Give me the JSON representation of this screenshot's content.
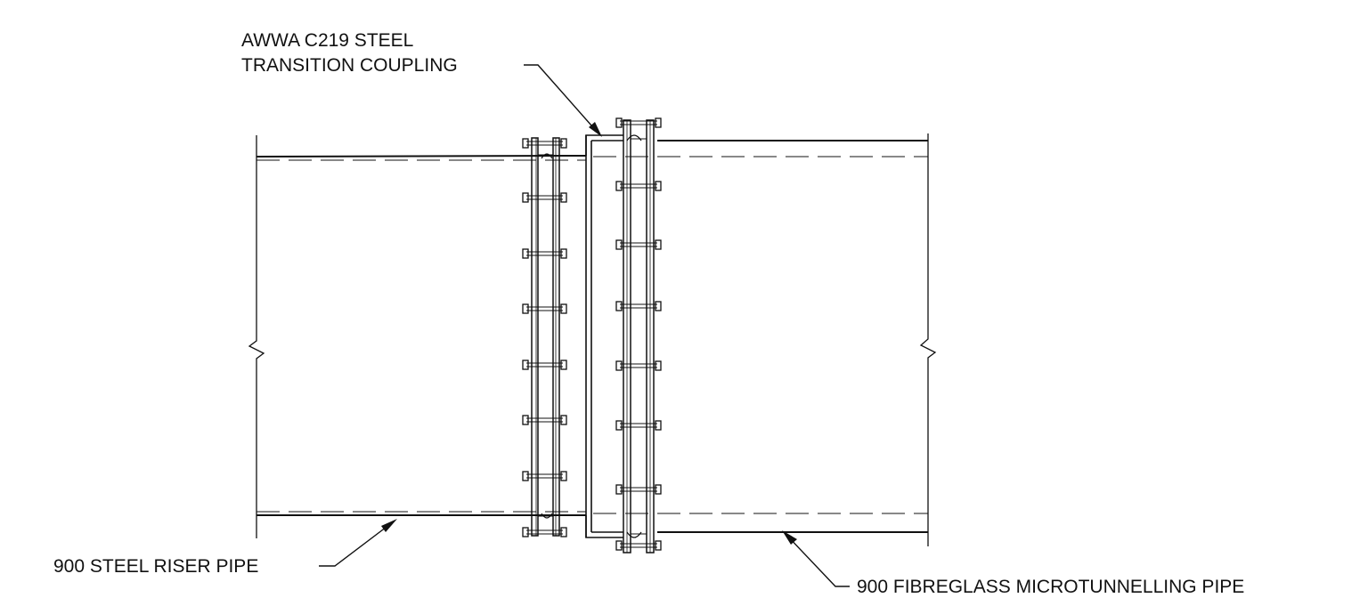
{
  "labels": {
    "coupling_line1": "AWWA C219 STEEL",
    "coupling_line2": "TRANSITION COUPLING",
    "steel_pipe": "900 STEEL RISER PIPE",
    "fibreglass_pipe": "900 FIBREGLASS MICROTUNNELLING PIPE"
  },
  "colors": {
    "ink": "#111111",
    "background": "#ffffff"
  }
}
